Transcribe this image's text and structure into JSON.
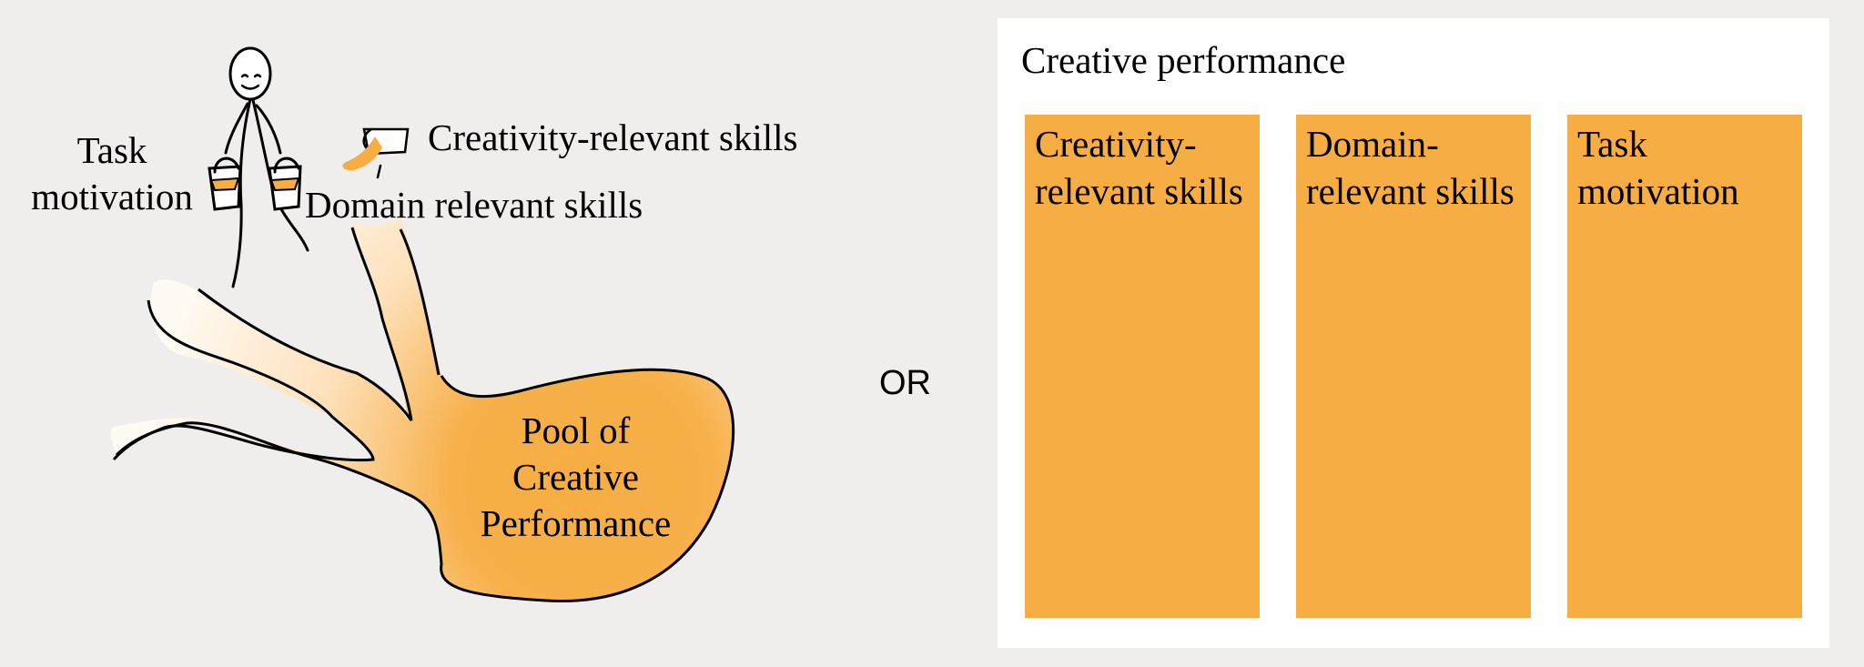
{
  "left": {
    "task_motivation_label": "Task\nmotivation",
    "creativity_skills_label": "Creativity-relevant skills",
    "domain_skills_label": "Domain relevant skills",
    "pool_label": "Pool of\nCreative\nPerformance"
  },
  "separator": "OR",
  "right": {
    "title": "Creative performance",
    "columns": [
      {
        "label": "Creativity-\nrelevant skills"
      },
      {
        "label": "Domain-\nrelevant skills"
      },
      {
        "label": "Task\nmotivation"
      }
    ]
  },
  "colors": {
    "background": "#efeeec",
    "panel": "#ffffff",
    "accent_orange": "#f6ad43",
    "ink": "#000000"
  }
}
